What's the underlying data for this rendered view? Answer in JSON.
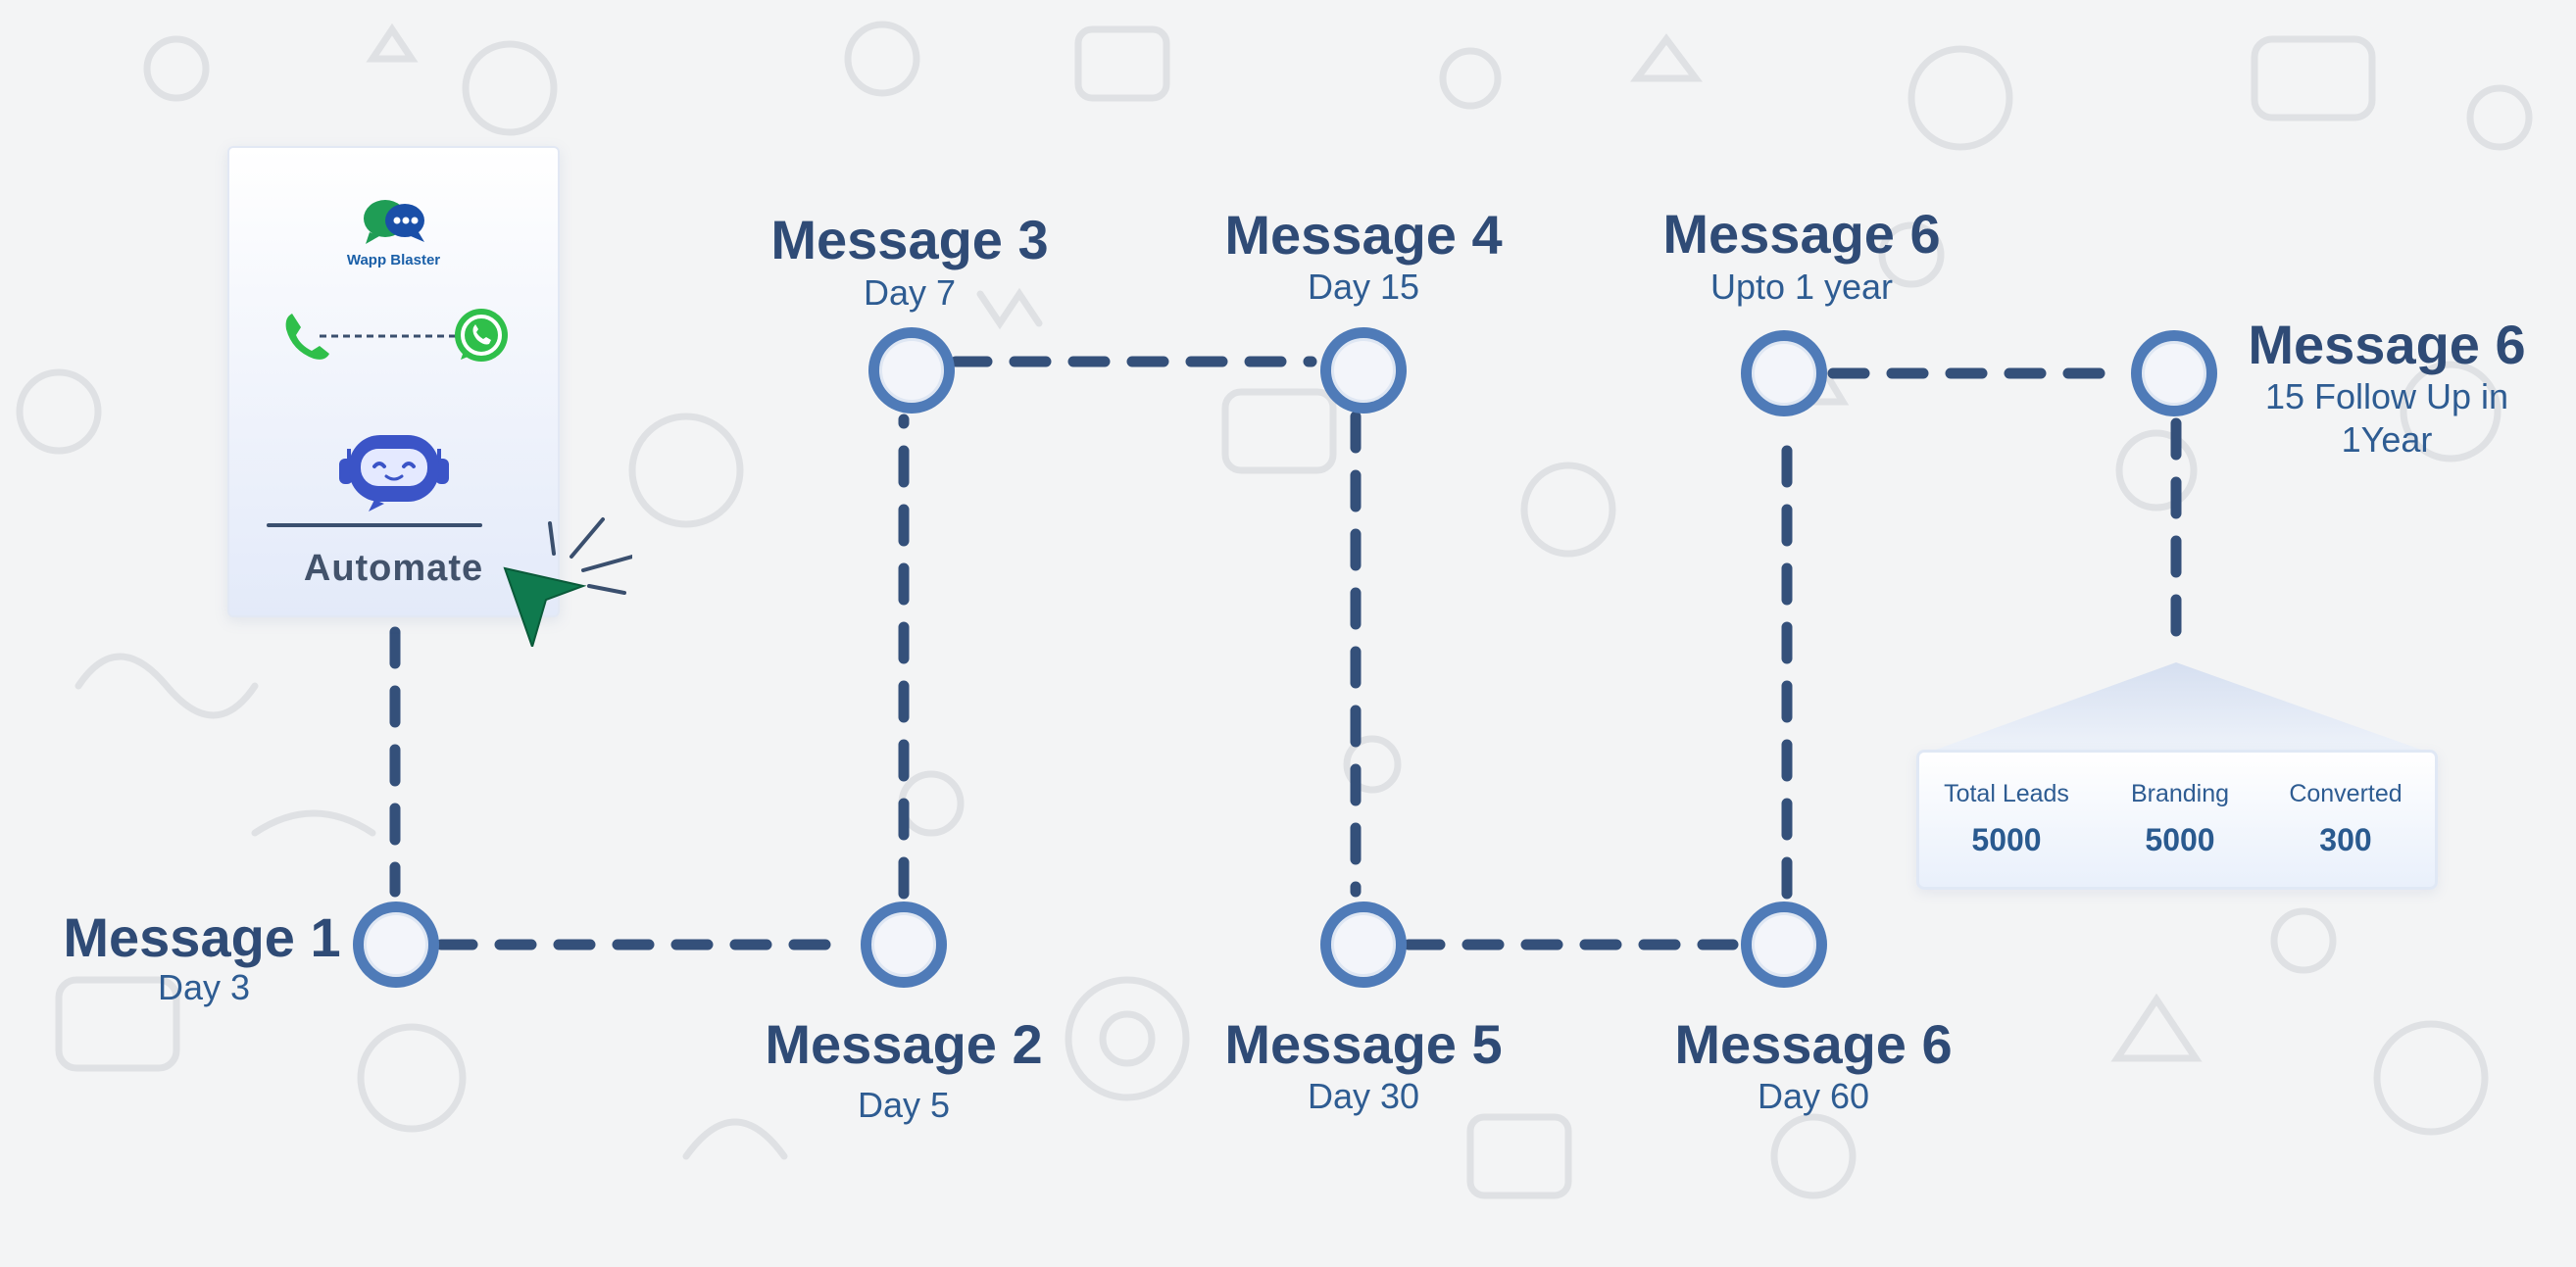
{
  "brand": {
    "name": "Wapp Blaster"
  },
  "automate": {
    "label": "Automate"
  },
  "messages": {
    "m1": {
      "title": "Message 1",
      "sub": "Day 3"
    },
    "m2": {
      "title": "Message 2",
      "sub": "Day 5"
    },
    "m3": {
      "title": "Message 3",
      "sub": "Day 7"
    },
    "m4": {
      "title": "Message 4",
      "sub": "Day 15"
    },
    "m5": {
      "title": "Message 5",
      "sub": "Day 30"
    },
    "m6a": {
      "title": "Message 6",
      "sub": "Day 60"
    },
    "m6b": {
      "title": "Message 6",
      "sub": "Upto 1 year"
    },
    "m6c": {
      "title": "Message 6",
      "sub_line1": "15 Follow Up in",
      "sub_line2": "1Year"
    }
  },
  "stats": [
    {
      "label": "Total Leads",
      "value": "5000"
    },
    {
      "label": "Branding",
      "value": "5000"
    },
    {
      "label": "Converted",
      "value": "300"
    }
  ],
  "colors": {
    "line": "#34507a",
    "node_ring": "#4f7bb8",
    "title": "#2f4b76",
    "sub": "#2e5c92",
    "cursor": "#0f7a4e",
    "whatsapp": "#2fbf4a",
    "robot": "#3b54c7"
  }
}
